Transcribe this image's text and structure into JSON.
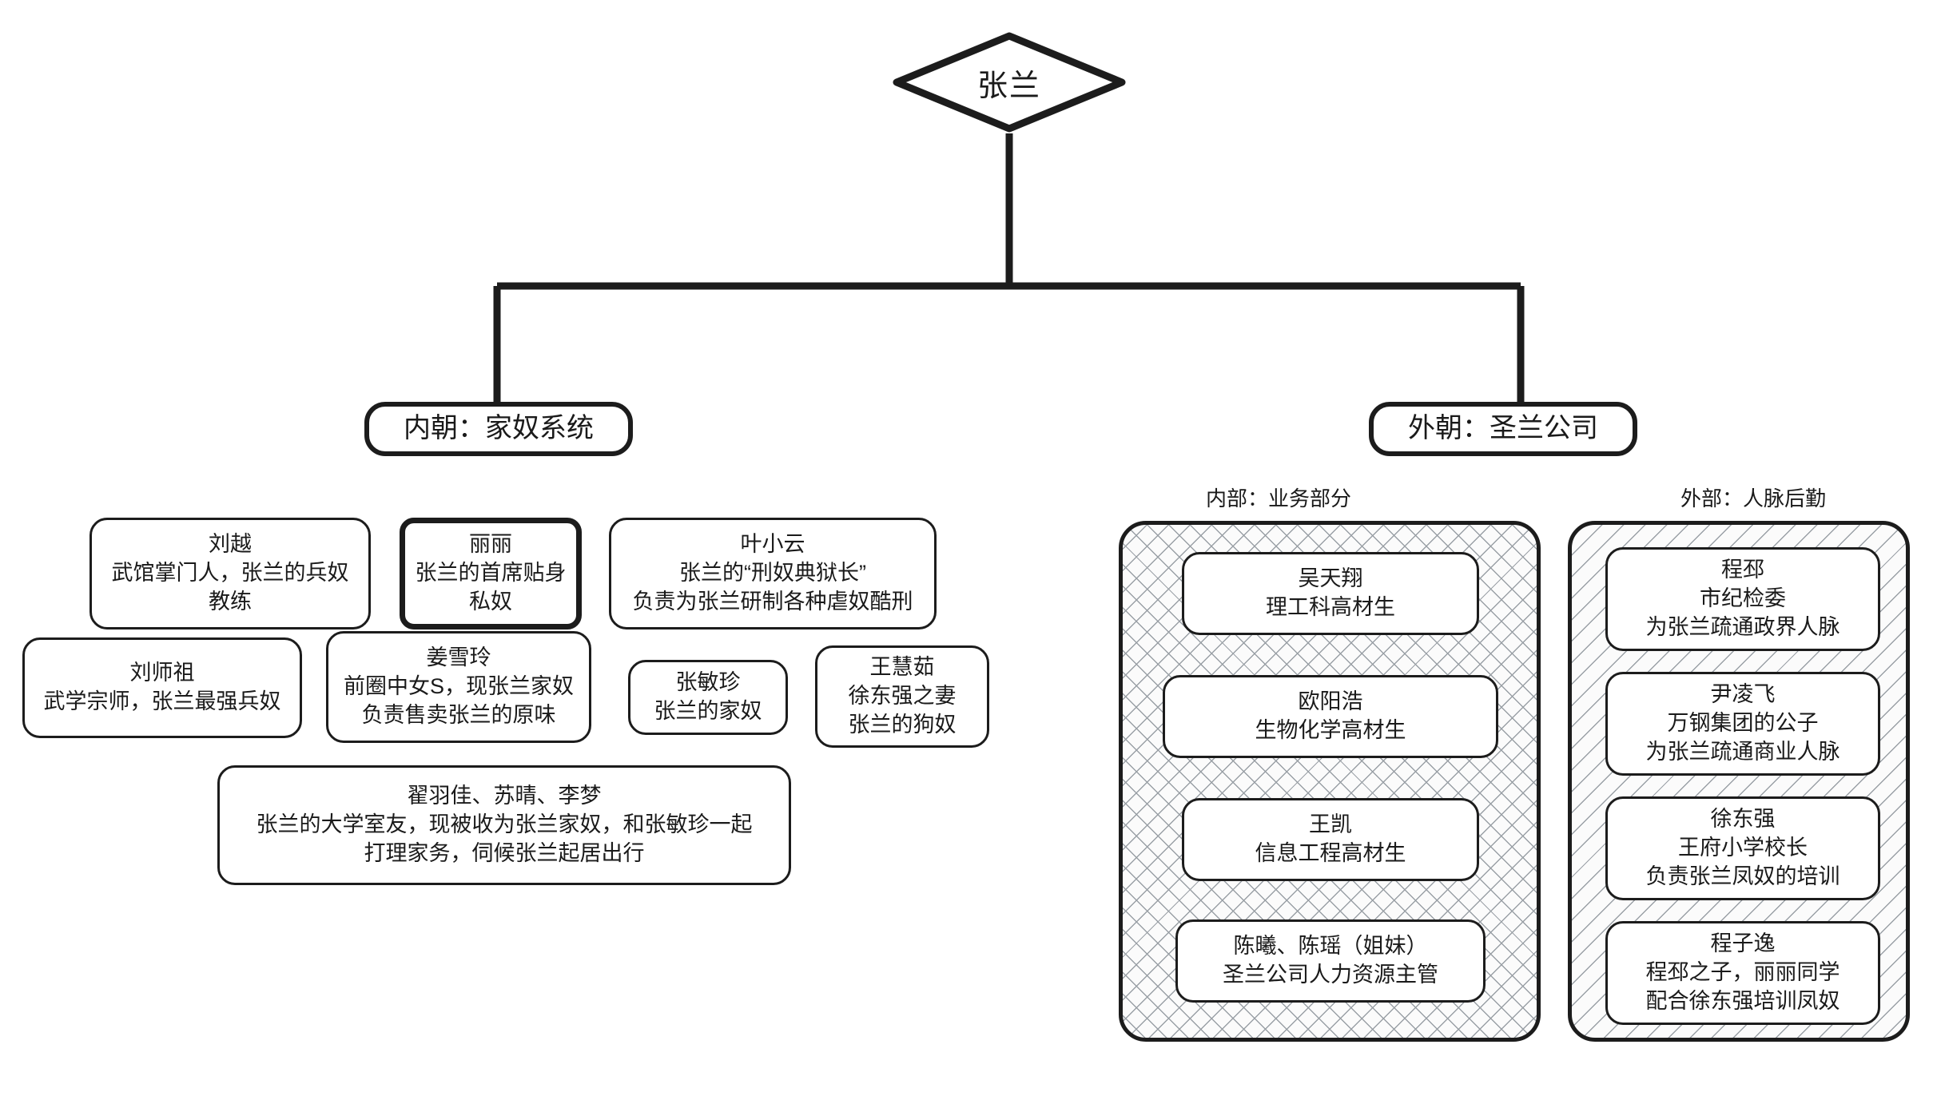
{
  "diagram": {
    "type": "org-chart",
    "root": {
      "label": "张兰",
      "shape": "diamond"
    },
    "branches": [
      {
        "label": "内朝：家奴系统"
      },
      {
        "label": "外朝：圣兰公司"
      }
    ],
    "inner_court": {
      "nodes": [
        {
          "lines": [
            "刘越",
            "武馆掌门人，张兰的兵奴",
            "教练"
          ]
        },
        {
          "lines": [
            "丽丽",
            "张兰的首席贴身",
            "私奴"
          ],
          "emphasis": "thick"
        },
        {
          "lines": [
            "叶小云",
            "张兰的“刑奴典狱长”",
            "负责为张兰研制各种虐奴酷刑"
          ]
        },
        {
          "lines": [
            "刘师祖",
            "武学宗师，张兰最强兵奴"
          ]
        },
        {
          "lines": [
            "姜雪玲",
            "前圈中女S，现张兰家奴",
            "负责售卖张兰的原味"
          ]
        },
        {
          "lines": [
            "张敏珍",
            "张兰的家奴"
          ]
        },
        {
          "lines": [
            "王慧茹",
            "徐东强之妻",
            "张兰的狗奴"
          ]
        },
        {
          "lines": [
            "翟羽佳、苏晴、李梦",
            "张兰的大学室友，现被收为张兰家奴，和张敏珍一起",
            "打理家务，伺候张兰起居出行"
          ]
        }
      ]
    },
    "outer_court": {
      "groups": [
        {
          "label": "内部：业务部分",
          "hatch": "cross-hatch",
          "nodes": [
            {
              "lines": [
                "吴天翔",
                "理工科高材生"
              ]
            },
            {
              "lines": [
                "欧阳浩",
                "生物化学高材生"
              ]
            },
            {
              "lines": [
                "王凯",
                "信息工程高材生"
              ]
            },
            {
              "lines": [
                "陈曦、陈瑶（姐妹）",
                "圣兰公司人力资源主管"
              ]
            }
          ]
        },
        {
          "label": "外部：人脉后勤",
          "hatch": "diagonal-hatch",
          "nodes": [
            {
              "lines": [
                "程邳",
                "市纪检委",
                "为张兰疏通政界人脉"
              ]
            },
            {
              "lines": [
                "尹凌飞",
                "万钢集团的公子",
                "为张兰疏通商业人脉"
              ]
            },
            {
              "lines": [
                "徐东强",
                "王府小学校长",
                "负责张兰凤奴的培训"
              ]
            },
            {
              "lines": [
                "程子逸",
                "程邳之子，丽丽同学",
                "配合徐东强培训凤奴"
              ]
            }
          ]
        }
      ]
    },
    "colors": {
      "line": "#1c1c1c",
      "background": "#ffffff",
      "hatch": "#9aa0a6"
    }
  }
}
